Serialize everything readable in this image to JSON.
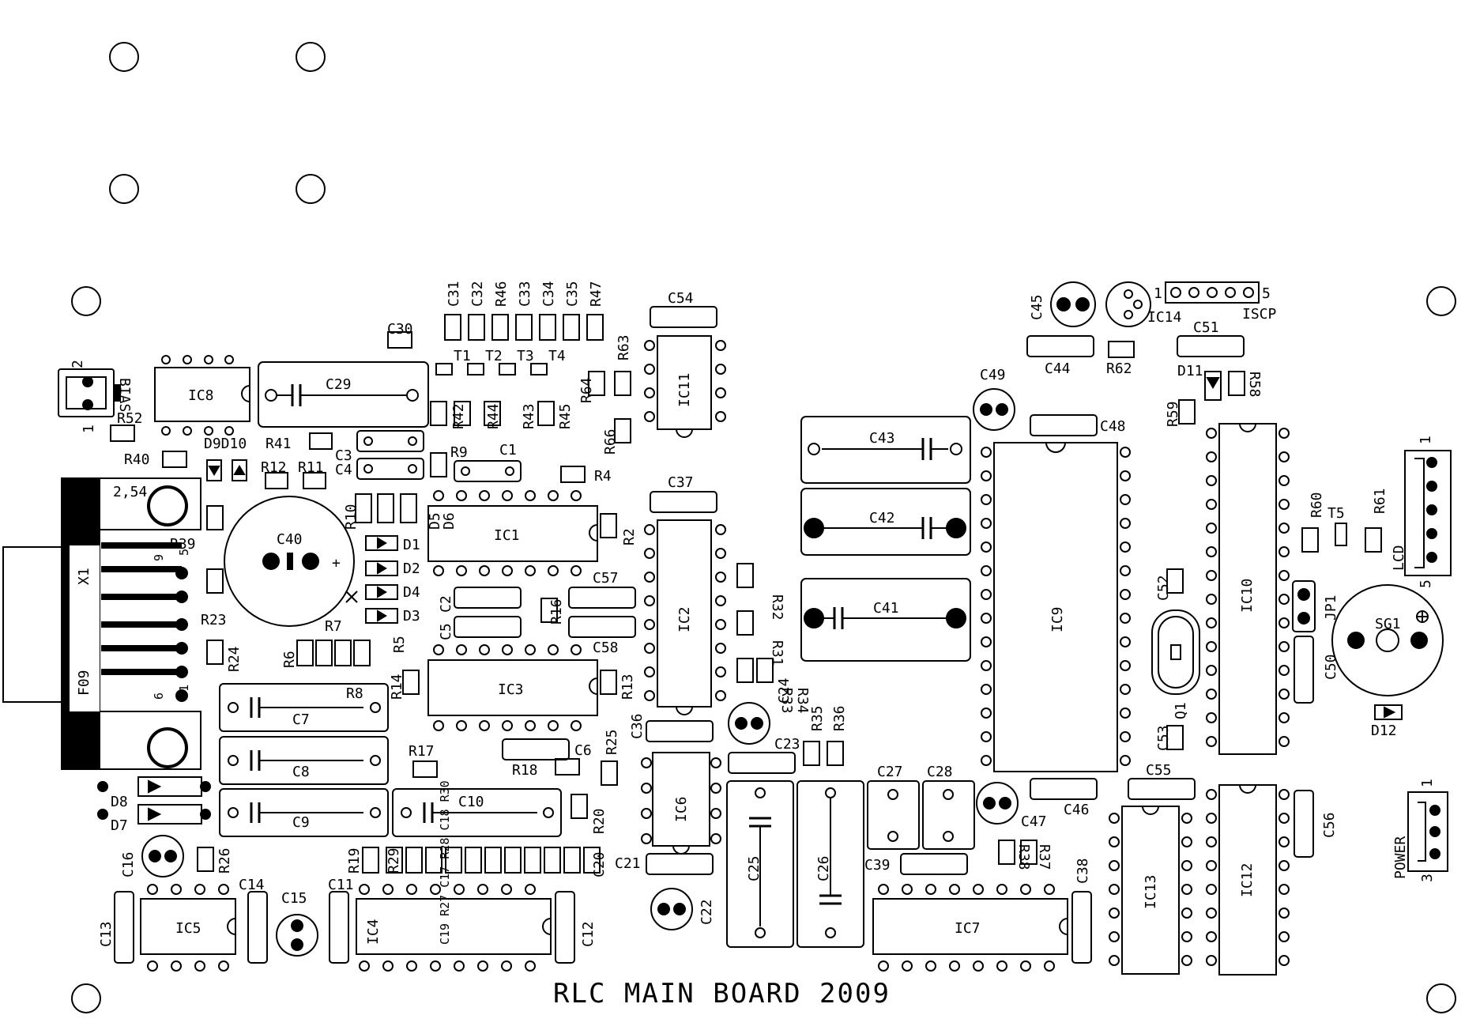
{
  "title": "RLC MAIN BOARD 2009",
  "smd_labels": [
    [
      "C31",
      0
    ],
    [
      "C32",
      0
    ],
    [
      "R46",
      0
    ],
    [
      "C33",
      0
    ],
    [
      "C34",
      0
    ],
    [
      "C35",
      0
    ],
    [
      "R47",
      0
    ]
  ],
  "ic_labels": {
    "ic8": "IC8",
    "ic1": "IC1",
    "ic3": "IC3",
    "ic11": "IC11",
    "ic2": "IC2",
    "ic6": "IC6",
    "ic5": "IC5",
    "ic4": "IC4",
    "ic7": "IC7",
    "ic9": "IC9",
    "ic10": "IC10",
    "ic13": "IC13",
    "ic12": "IC12",
    "ic14": "IC14"
  },
  "cap_labels": {
    "c29": "C29",
    "c7": "C7",
    "c8": "C8",
    "c9": "C9",
    "c10": "C10",
    "c43": "C43",
    "c42": "C42",
    "c41": "C41",
    "c25": "C25",
    "c26": "C26",
    "c40": "C40",
    "c30": "C30",
    "c54": "C54",
    "c37": "C37",
    "c57": "C57",
    "c58": "C58",
    "c1": "C1",
    "c2": "C2",
    "c3": "C3",
    "c4": "C4",
    "c5": "C5",
    "c6": "C6",
    "c36": "C36",
    "c23": "C23",
    "c21": "C21",
    "c22": "C22",
    "c24": "C24",
    "c27": "C27",
    "c28": "C28",
    "c39": "C39",
    "c38": "C38",
    "c44": "C44",
    "c45": "C45",
    "c46": "C46",
    "c47": "C47",
    "c48": "C48",
    "c49": "C49",
    "c50": "C50",
    "c51": "C51",
    "c52": "C52",
    "c53": "C53",
    "c55": "C55",
    "c56": "C56",
    "c11": "C11",
    "c12": "C12",
    "c13": "C13",
    "c14": "C14",
    "c15": "C15",
    "c16": "C16",
    "c20": "C20"
  },
  "res_labels": {
    "r52": "R52",
    "r40": "R40",
    "r41": "R41",
    "r12": "R12",
    "r11": "R11",
    "r39": "R39",
    "r23": "R23",
    "r24": "R24",
    "r7": "R7",
    "r6": "R6",
    "r5": "R5",
    "r8": "R8",
    "r10": "R10",
    "r9": "R9",
    "r4": "R4",
    "r2": "R2",
    "r16": "R16",
    "r14": "R14",
    "r13": "R13",
    "r17": "R17",
    "r18": "R18",
    "r25": "R25",
    "r20": "R20",
    "r26": "R26",
    "r19": "R19",
    "r29": "R29",
    "r42": "R42",
    "r44": "R44",
    "r43": "R43",
    "r45": "R45",
    "r63": "R63",
    "r64": "R64",
    "r66": "R66",
    "r32": "R32",
    "r31": "R31",
    "r33": "R33",
    "r34": "R34",
    "r35": "R35",
    "r36": "R36",
    "r38": "R38",
    "r37": "R37",
    "r62": "R62",
    "r58": "R58",
    "r59": "R59",
    "r60": "R60",
    "r61": "R61"
  },
  "misc_labels": {
    "bias": "BIAS",
    "bias_pin2": "2",
    "bias_pin1": "1",
    "x1": "X1",
    "f09": "F09",
    "v254": "2,54",
    "db9": "9",
    "db5": "5",
    "db6": "6",
    "db1": "1",
    "d1": "D1",
    "d2": "D2",
    "d3": "D3",
    "d4": "D4",
    "d5": "D5",
    "d6": "D6",
    "d7": "D7",
    "d8": "D8",
    "d9d10": "D9D10",
    "d11": "D11",
    "d12": "D12",
    "t1": "T1",
    "t2": "T2",
    "t3": "T3",
    "t4": "T4",
    "t5": "T5",
    "q1": "Q1",
    "jp1": "JP1",
    "sg1": "SG1",
    "iscp": "ISCP",
    "iscp1": "1",
    "iscp5": "5",
    "lcd": "LCD",
    "lcd1": "1",
    "lcd5": "5",
    "power": "POWER",
    "power1": "1",
    "power3": "3",
    "ic4_caps": "C19 R27 C17 R28 C18 R30"
  }
}
